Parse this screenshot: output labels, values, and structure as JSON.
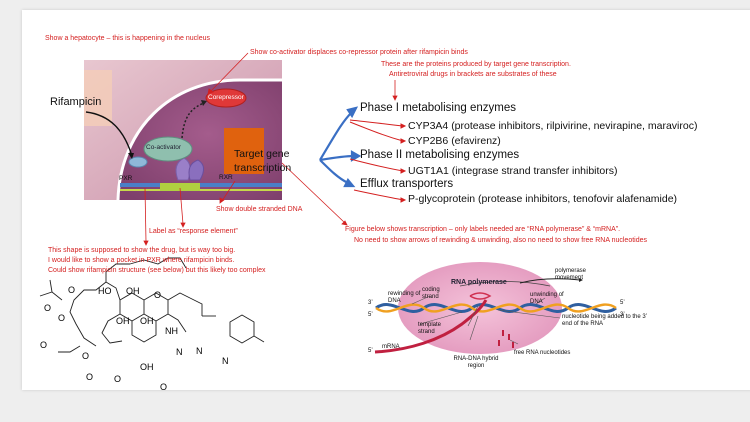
{
  "notes": {
    "hepatocyte": "Show a hepatocyte – this is happening in the nucleus",
    "coactivator": "Show co-activator displaces co-repressor protein after rifampicin binds",
    "proteins_line1": "These are the proteins produced by target gene transcription.",
    "proteins_line2": "Antiretroviral drugs in brackets are substrates of these",
    "double_strand": "Show double stranded DNA",
    "response_element": "Label as “response element”",
    "figure_line1": "Figure below shows transcription – only labels needed are “RNA polymerase” & “mRNA”.",
    "figure_line2": "No need to show arrows of rewinding & unwinding, also no need to show free RNA nucleotides",
    "shape_line1": "This shape is supposed to show the drug, but is way too big.",
    "shape_line2": "I would like to show a pocket in PXR where rifampicin binds.",
    "shape_line3": "Could show rifampicin structure (see below) but this likely too complex"
  },
  "diagram": {
    "rifampicin": "Rifampicin",
    "coactivator": "Co-activator",
    "corepressor": "Corepressor",
    "pxr": "PXR",
    "rxr": "RXR",
    "target_line1": "Target gene",
    "target_line2": "transcription"
  },
  "enzymes": {
    "phase1": "Phase I metabolising enzymes",
    "cyp3a4": "CYP3A4 (protease inhibitors, rilpivirine, nevirapine, maraviroc)",
    "cyp2b6": "CYP2B6 (efavirenz)",
    "phase2": "Phase II metabolising enzymes",
    "ugt1a1": "UGT1A1 (integrase strand transfer inhibitors)",
    "efflux": "Efflux transporters",
    "pgp": "P-glycoprotein (protease inhibitors, tenofovir alafenamide)"
  },
  "structure": {
    "atoms": [
      "O",
      "O",
      "O",
      "HO",
      "OH",
      "OH",
      "O",
      "OH",
      "NH",
      "O",
      "O",
      "O",
      "OH",
      "N",
      "N",
      "N",
      "O",
      "O"
    ]
  },
  "transcription": {
    "rna_polymerase": "RNA polymerase",
    "polymerase_movement": "polymerase movement",
    "rewinding": "rewinding of DNA",
    "coding": "coding strand",
    "unwinding": "unwinding of DNA",
    "template": "template strand",
    "nucleotide": "nucleotide being added to the 3’ end of the RNA",
    "mrna": "mRNA",
    "hybrid": "RNA-DNA hybrid region",
    "free": "free RNA nucleotides",
    "three_prime": "3’",
    "five_prime": "5’"
  },
  "colors": {
    "note_red": "#d42020",
    "arrow_blue": "#3a6fc4",
    "cell_pink": "#c88aa0",
    "nucleus": "#b07098",
    "coactivator_teal": "#8fbfae",
    "corepressor_red": "#e03838",
    "orange_block": "#e0620e"
  }
}
